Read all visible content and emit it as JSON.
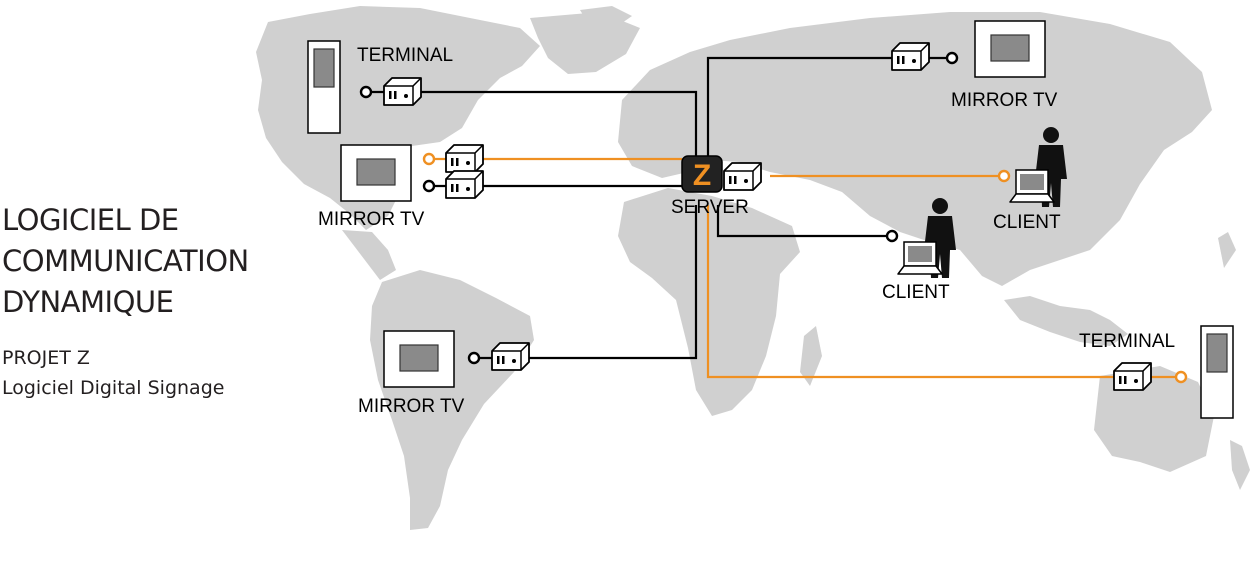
{
  "heading": {
    "line1": "LOGICIEL DE",
    "line2": "COMMUNICATION",
    "line3": "DYNAMIQUE"
  },
  "subheading": {
    "project": "PROJET Z",
    "tagline": "Logiciel Digital Signage"
  },
  "server": {
    "logo_letter": "Z",
    "label": "SERVER"
  },
  "nodes": {
    "terminal_na": "TERMINAL",
    "mirror_na": "MIRROR TV",
    "mirror_sa": "MIRROR TV",
    "mirror_ru": "MIRROR TV",
    "client_india": "CLIENT",
    "client_china": "CLIENT",
    "terminal_oc": "TERMINAL"
  },
  "colors": {
    "map_land": "#d0d0d0",
    "link_black": "#000000",
    "link_orange": "#ef9022",
    "server_logo": "#ef9022"
  }
}
